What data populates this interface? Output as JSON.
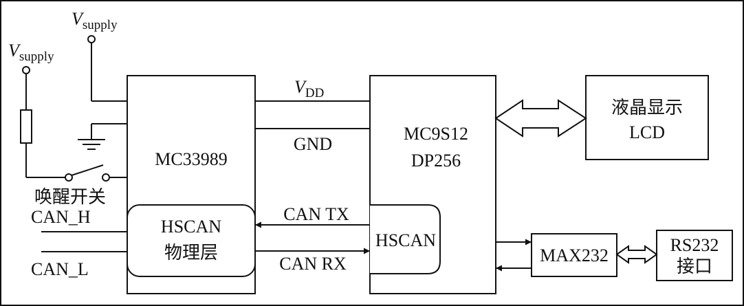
{
  "supply": {
    "v": "V",
    "sub": "supply"
  },
  "vdd": {
    "v": "V",
    "sub": "DD"
  },
  "gnd_label": "GND",
  "mc33989": {
    "label": "MC33989"
  },
  "hscan_phy": {
    "line1": "HSCAN",
    "line2": "物理层"
  },
  "mc9s12": {
    "line1": "MC9S12",
    "line2": "DP256"
  },
  "hscan_ctrl": {
    "label": "HSCAN"
  },
  "lcd": {
    "line1": "液晶显示",
    "line2": "LCD"
  },
  "max232": {
    "label": "MAX232"
  },
  "rs232": {
    "line1": "RS232",
    "line2": "接口"
  },
  "wake_switch": {
    "label": "唤醒开关"
  },
  "can_h": {
    "label": "CAN_H"
  },
  "can_l": {
    "label": "CAN_L"
  },
  "can_tx": {
    "label": "CAN TX"
  },
  "can_rx": {
    "label": "CAN RX"
  },
  "colors": {
    "stroke": "#111111",
    "background": "#ffffff"
  }
}
